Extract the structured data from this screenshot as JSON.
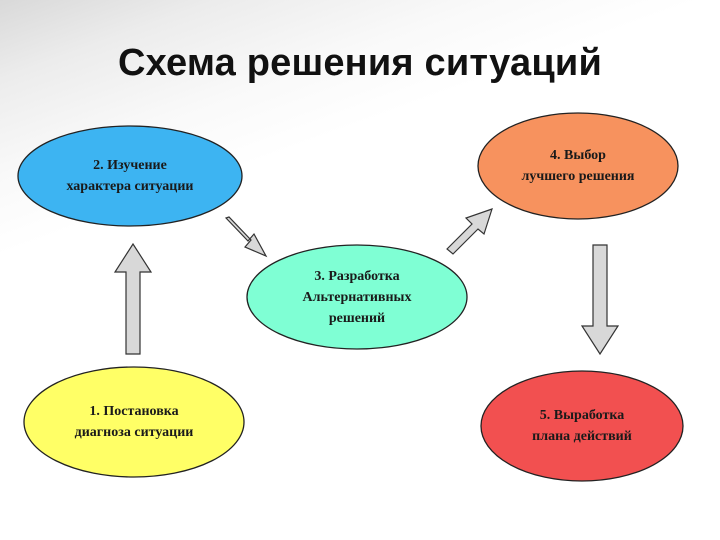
{
  "title": "Схема решения ситуаций",
  "nodes": {
    "diagnosis": {
      "line1": "1. Постановка",
      "line2": "диагноза ситуации",
      "color": "#FFFF66"
    },
    "study": {
      "line1": "2. Изучение",
      "line2": "характера ситуации",
      "color": "#3DB4F2"
    },
    "development": {
      "line1": "3. Разработка",
      "line2": "Альтернативных",
      "line3": "решений",
      "color": "#7FFFD4"
    },
    "choice": {
      "line1": "4. Выбор",
      "line2": "лучшего решения",
      "color": "#F7925E"
    },
    "plan": {
      "line1": "5. Выработка",
      "line2": "плана действий",
      "color": "#F25050"
    }
  },
  "arrow_color": "#D8D8D8"
}
